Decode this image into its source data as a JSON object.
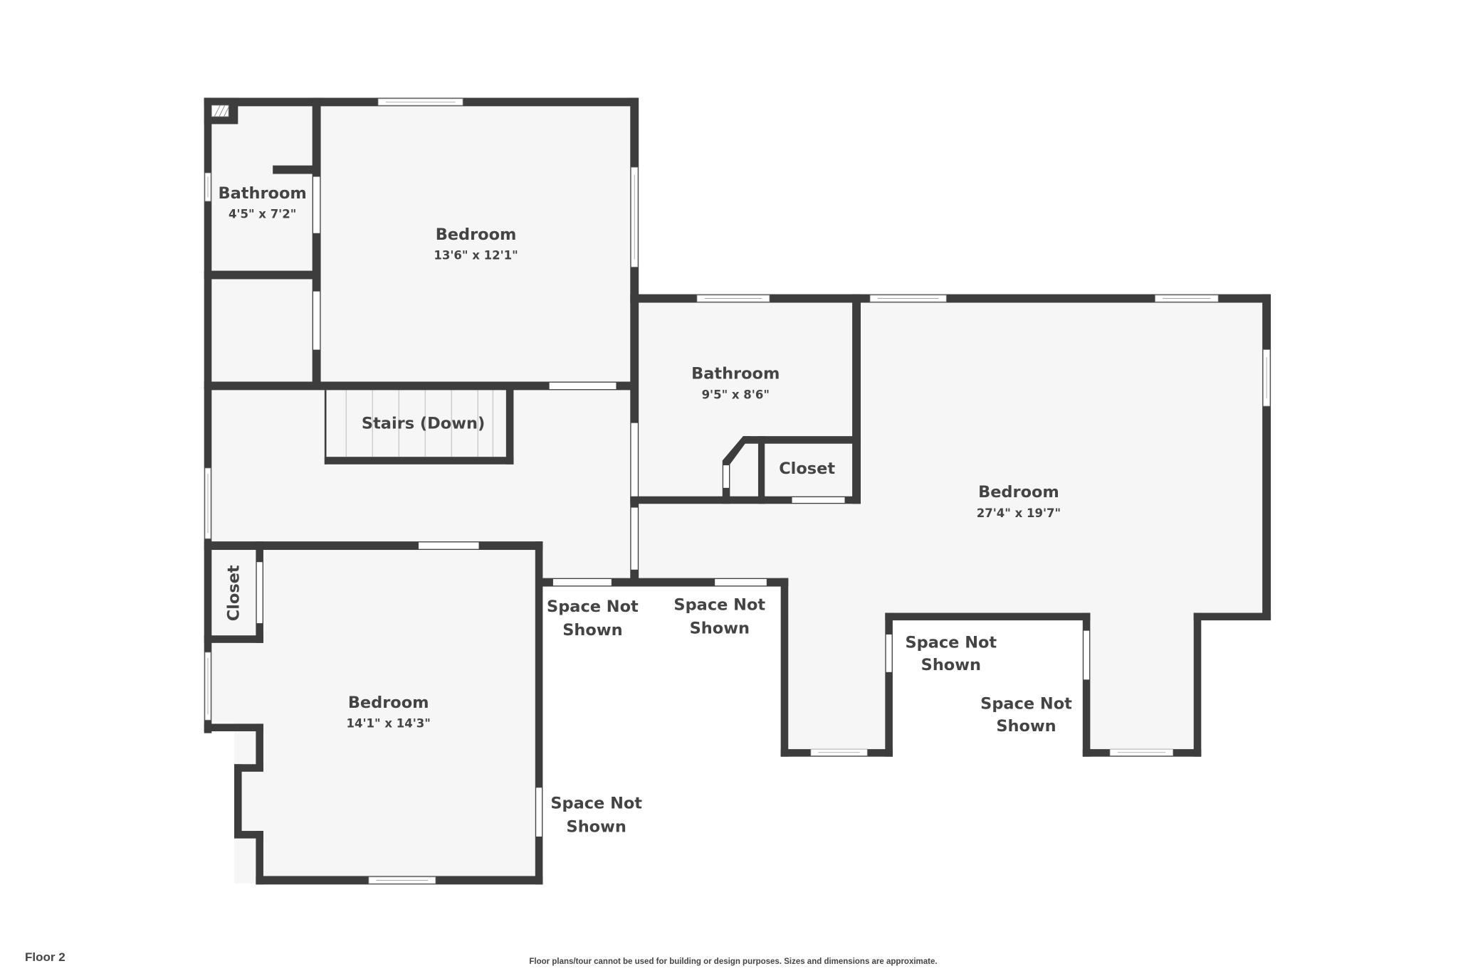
{
  "floor_label": "Floor 2",
  "disclaimer": "Floor plans/tour cannot be used for building or design purposes. Sizes and dimensions are approximate.",
  "rooms": {
    "bathroom_small": {
      "name": "Bathroom",
      "dims": "4'5\" x 7'2\""
    },
    "bedroom_top": {
      "name": "Bedroom",
      "dims": "13'6\" x 12'1\""
    },
    "stairs": {
      "name": "Stairs (Down)"
    },
    "bathroom_mid": {
      "name": "Bathroom",
      "dims": "9'5\" x 8'6\""
    },
    "closet_mid": {
      "name": "Closet"
    },
    "bedroom_large": {
      "name": "Bedroom",
      "dims": "27'4\" x 19'7\""
    },
    "closet_left": {
      "name": "Closet"
    },
    "bedroom_bottom": {
      "name": "Bedroom",
      "dims": "14'1\" x 14'3\""
    }
  },
  "space_not_shown": {
    "line1": "Space Not",
    "line2": "Shown"
  },
  "colors": {
    "wall": "#3d3d3d",
    "floor": "#f6f6f6",
    "text": "#444444"
  }
}
